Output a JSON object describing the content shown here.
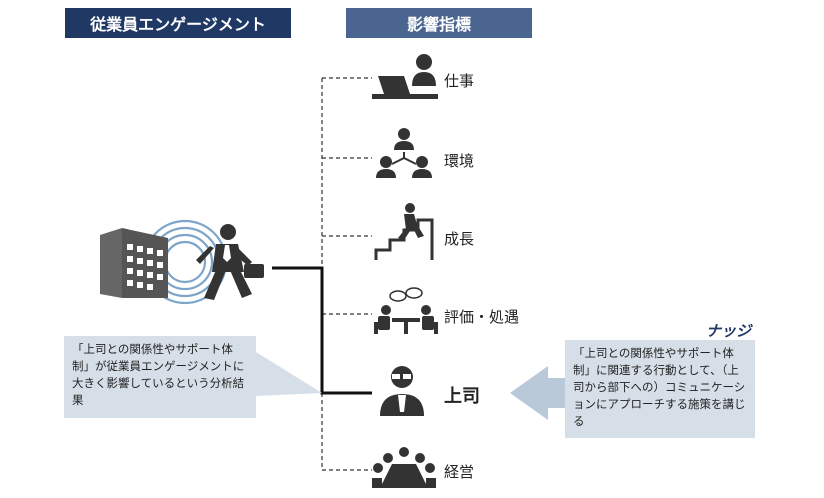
{
  "headers": {
    "left": "従業員エンゲージメント",
    "right": "影響指標"
  },
  "indicators": [
    {
      "label": "仕事",
      "icon": "desk-worker-icon"
    },
    {
      "label": "環境",
      "icon": "people-network-icon"
    },
    {
      "label": "成長",
      "icon": "stairs-climber-icon"
    },
    {
      "label": "評価・処遇",
      "icon": "meeting-chat-icon"
    },
    {
      "label": "上司",
      "icon": "manager-icon"
    },
    {
      "label": "経営",
      "icon": "boardroom-icon"
    }
  ],
  "analysis_box": "「上司との関係性やサポート体制」が従業員エンゲージメントに大きく影響しているという分析結果",
  "nudge_title": "ナッジ",
  "nudge_box": "「上司との関係性やサポート体制」に関連する行動として、（上司から部下への）コミュニケーションにアプローチする施策を講じる",
  "colors": {
    "header_dark": "#1f3864",
    "header_mid": "#4a6690",
    "box_fill": "#d6dfe8",
    "arrow_fill": "#b9c9d9",
    "icon_dark": "#333333"
  }
}
